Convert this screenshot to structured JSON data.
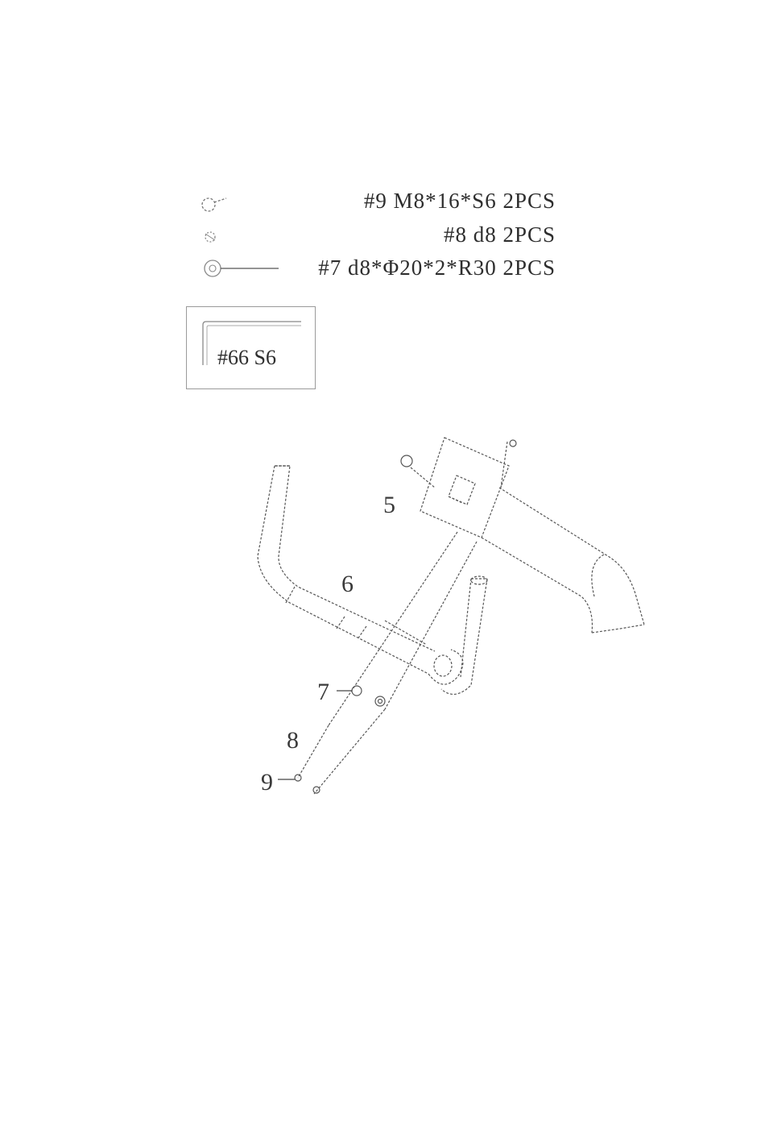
{
  "hardware_list": [
    {
      "text": "#9 M8*16*S6 2PCS",
      "icon": "bolt-icon"
    },
    {
      "text": "#8 d8 2PCS",
      "icon": "spring-washer-icon"
    },
    {
      "text": "#7 d8*Φ20*2*R30 2PCS",
      "icon": "curved-washer-icon"
    }
  ],
  "tool": {
    "label": "#66 S6",
    "icon": "allen-key-icon"
  },
  "callouts": {
    "p5": "5",
    "p6": "6",
    "p7": "7",
    "p8": "8",
    "p9": "9"
  }
}
